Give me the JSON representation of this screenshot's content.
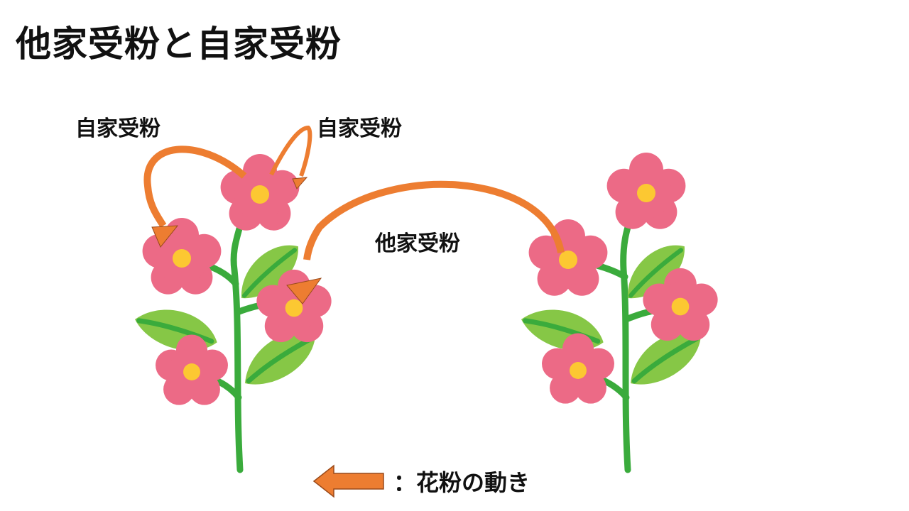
{
  "title": "他家受粉と自家受粉",
  "labels": {
    "self_pollination_left": "自家受粉",
    "self_pollination_right": "自家受粉",
    "cross_pollination": "他家受粉"
  },
  "legend": {
    "text": "：花粉の動き",
    "icon": "left-arrow-icon"
  },
  "colors": {
    "petal": "#ec6a86",
    "petal_shade": "#e25576",
    "center": "#fcc832",
    "stem": "#3aab3c",
    "leaf": "#86c746",
    "leaf_vein": "#3aab3c",
    "arrow_fill": "#ed7d31",
    "arrow_stroke": "#9a4a1a"
  }
}
